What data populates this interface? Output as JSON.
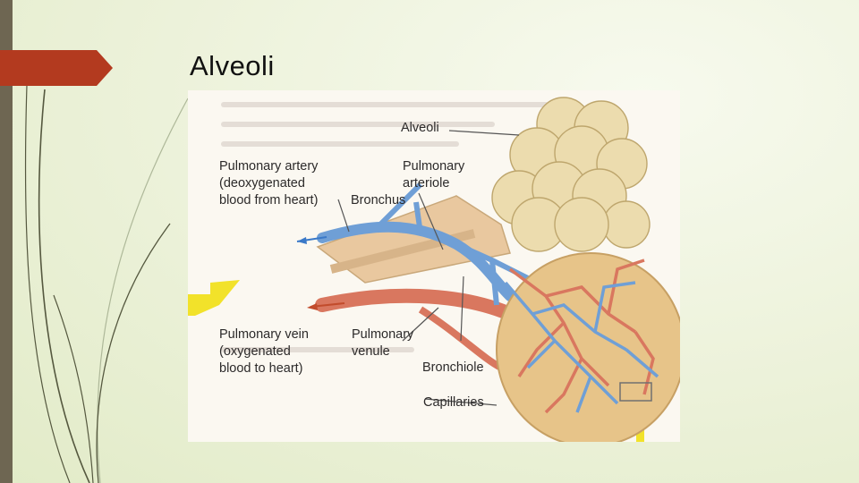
{
  "slide": {
    "title": "Alveoli"
  },
  "diagram": {
    "labels": {
      "alveoli": "Alveoli",
      "pulmonary_artery": "Pulmonary artery\n(deoxygenated\nblood from heart)",
      "pulmonary_arteriole": "Pulmonary\narteriole",
      "bronchus": "Bronchus",
      "pulmonary_vein": "Pulmonary vein\n(oxygenated\nblood to heart)",
      "pulmonary_venule": "Pulmonary\nvenule",
      "bronchiole": "Bronchiole",
      "capillaries": "Capillaries"
    }
  },
  "colors": {
    "accent_marker": "#b33a1f",
    "side_bar": "#6e6652",
    "artery_blue": "#6f9fd6",
    "vein_red": "#d9775f",
    "alveolus_tan": "#ecdcae",
    "arrow_yellow": "#f2e22a"
  }
}
